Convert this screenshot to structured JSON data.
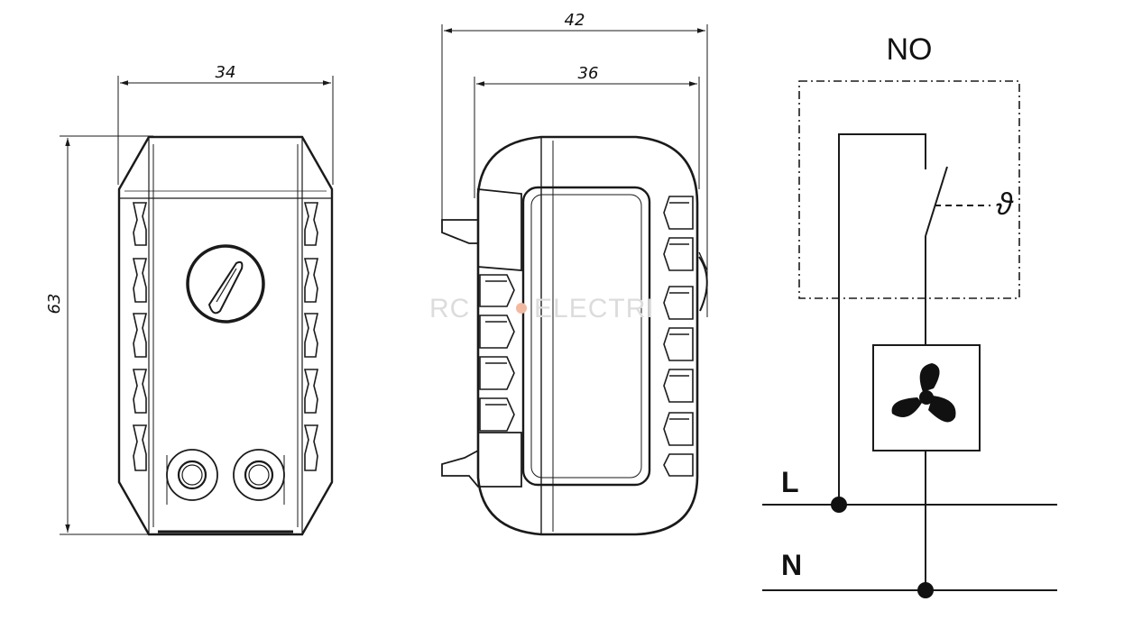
{
  "front_view": {
    "width_dim": "34",
    "height_dim": "63"
  },
  "side_view": {
    "overall_width_dim": "42",
    "body_width_dim": "36"
  },
  "watermark": {
    "left": "RC",
    "right": "ELECTRI"
  },
  "schematic": {
    "contact_label": "NO",
    "thermostat_symbol": "ϑ",
    "line_label": "L",
    "neutral_label": "N",
    "load_icon": "fan-icon"
  },
  "colors": {
    "line": "#1a1a1a",
    "watermark": "#dcdcdc",
    "watermark_accent": "#f2b9a0"
  }
}
